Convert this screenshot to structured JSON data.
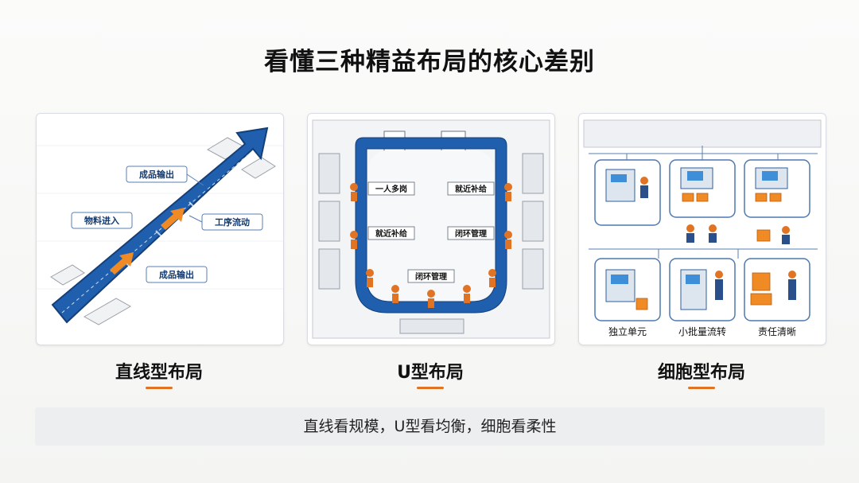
{
  "title": "看懂三种精益布局的核心差别",
  "panels": {
    "straight": {
      "caption": "直线型布局",
      "labels": {
        "output_top": "成品输出",
        "input": "物料进入",
        "flow": "工序流动",
        "output_bottom": "成品输出"
      }
    },
    "u_shape": {
      "caption": "U型布局",
      "labels": {
        "multi_post": "一人多岗",
        "supply_right": "就近补给",
        "supply_left": "就近补给",
        "closed_right": "闭环管理",
        "closed_bottom": "闭环管理"
      }
    },
    "cell": {
      "caption": "细胞型布局",
      "labels": {
        "independent": "独立单元",
        "small_batch": "小批量流转",
        "clear_resp": "责任清晰"
      }
    }
  },
  "summary": "直线看规模，U型看均衡，细胞看柔性",
  "colors": {
    "accent": "#e07424",
    "flow_blue": "#1f5fad",
    "dark_blue": "#163f7a"
  }
}
